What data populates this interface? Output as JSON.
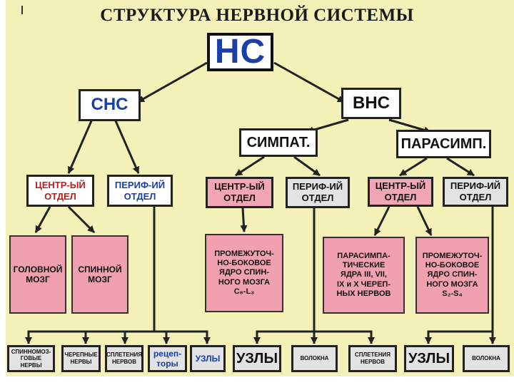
{
  "title": "СТРУКТУРА НЕРВНОЙ СИСТЕМЫ",
  "root": "НС",
  "cns": "СНС",
  "ans": "ВНС",
  "sympathetic": "СИМПАТ.",
  "parasympathetic": "ПАРАСИМП.",
  "cns_central": "ЦЕНТР-ЫЙ\nОТДЕЛ",
  "cns_peripheral": "ПЕРИФ-ИЙ\nОТДЕЛ",
  "symp_central": "ЦЕНТР-ЫЙ\nОТДЕЛ",
  "symp_peripheral": "ПЕРИФ-ИЙ\nОТДЕЛ",
  "para_central": "ЦЕНТР-ЫЙ\nОТДЕЛ",
  "para_peripheral": "ПЕРИФ-ИЙ\nОТДЕЛ",
  "brain": "ГОЛОВНОЙ\nМОЗГ",
  "spinal_cord": "СПИННОЙ\nМОЗГ",
  "symp_nuclei": "ПРОМЕЖУТОЧ-\nНО-БОКОВОЕ\nЯДРО СПИН-\nНОГО МОЗГА\nC₈-L₃",
  "para_nuclei": "ПАРАСИМПА-\nТИЧЕСКИЕ\nЯДРА III, VII,\nIX и X ЧЕРЕП-\nНЫХ НЕРВОВ",
  "sacral_nuclei": "ПРОМЕЖУТОЧ-\nНО-БОКОВОЕ\nЯДРО СПИН-\nНОГО МОЗГА\nS₂-S₄",
  "bottom": [
    "СПИННОМОЗ-\nГОВЫЕ НЕРВЫ",
    "ЧЕРЕПНЫЕ\nНЕРВЫ",
    "СПЛЕТЕНИЯ\nНЕРВОВ",
    "рецеп-\nторы",
    "УЗЛЫ",
    "УЗЛЫ",
    "ВОЛОКНА",
    "СПЛЕТЕНИЯ\nНЕРВОВ",
    "УЗЛЫ",
    "ВОЛОКНА"
  ],
  "colors": {
    "background": "#f4f1b8",
    "pink": "#f2a6b3",
    "grey": "#e3e3e3",
    "blue_text": "#1a3fa8",
    "red_text": "#c21a1a"
  }
}
